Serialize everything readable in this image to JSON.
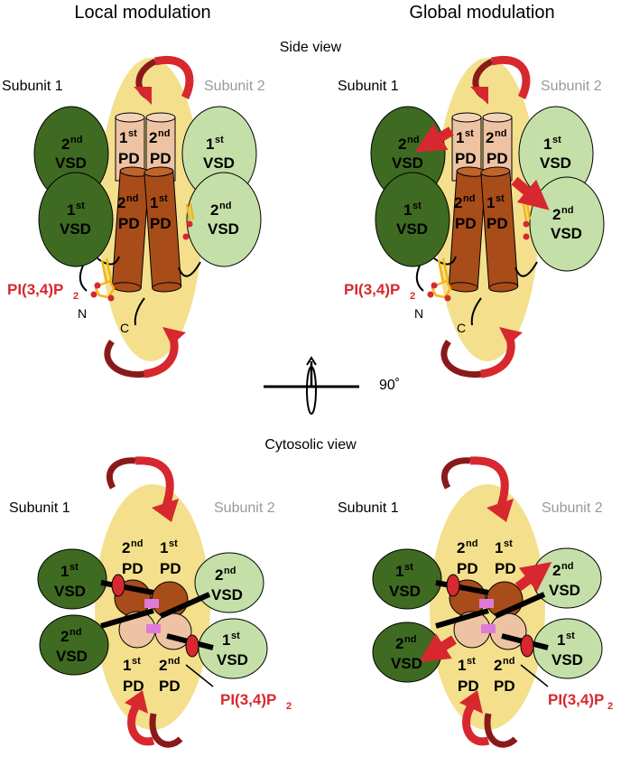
{
  "titles": {
    "local": "Local modulation",
    "global": "Global modulation"
  },
  "views": {
    "side": "Side view",
    "cytosolic": "Cytosolic view",
    "rotation": "90˚"
  },
  "subunits": {
    "one": "Subunit 1",
    "two": "Subunit 2"
  },
  "labels": {
    "first": "1",
    "second": "2",
    "st": "st",
    "nd": "nd",
    "vsd": "VSD",
    "pd": "PD",
    "n_term": "N",
    "c_term": "C",
    "lipid_main": "PI(3,4)P",
    "lipid_sub": "2"
  },
  "colors": {
    "membrane": "#f4e08c",
    "vsd_dark": "#3f6a21",
    "vsd_light": "#c4e0a8",
    "pd_light": "#eec3a3",
    "pd_dark": "#a84c1a",
    "arrow": "#d7282f",
    "lipid_head": "#d7282f",
    "lipid_tail": "#f2b51b",
    "sub2_text": "#999999",
    "contact": "#e07ad8"
  }
}
